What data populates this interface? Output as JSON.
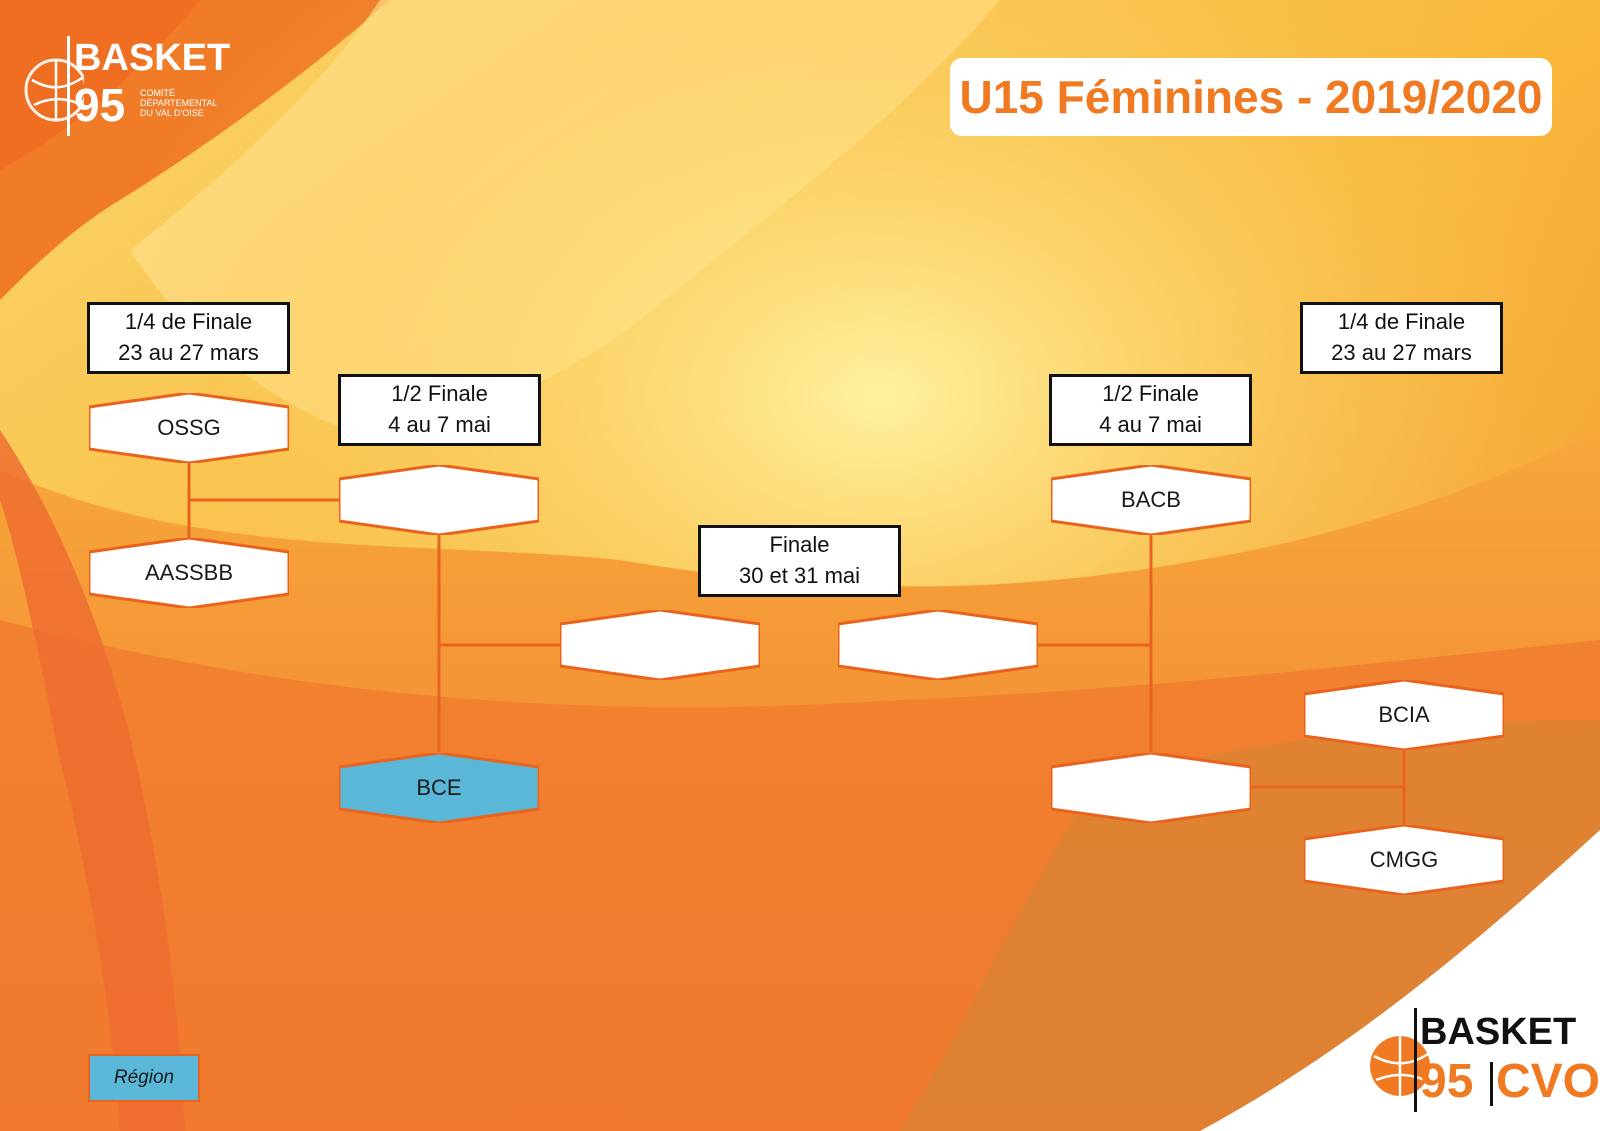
{
  "title": "U15 Féminines - 2019/2020",
  "logo_top": {
    "line1": "BASKET",
    "line2": "95",
    "small1": "COMITÉ",
    "small2": "DÉPARTEMENTAL",
    "small3": "DU VAL D'OISE"
  },
  "logo_bottom": {
    "line1": "BASKET",
    "line2": "95",
    "line3": "CVO"
  },
  "rounds": {
    "left_quarter": {
      "line1": "1/4 de Finale",
      "line2": "23 au 27 mars"
    },
    "left_semi": {
      "line1": "1/2 Finale",
      "line2": "4 au 7 mai"
    },
    "final": {
      "line1": "Finale",
      "line2": "30 et 31 mai"
    },
    "right_semi": {
      "line1": "1/2 Finale",
      "line2": "4 au 7 mai"
    },
    "right_quarter": {
      "line1": "1/4 de Finale",
      "line2": "23 au 27 mars"
    }
  },
  "teams": {
    "lq1": "OSSG",
    "lq2": "AASSBB",
    "ls1": "",
    "ls2": "BCE",
    "lf": "",
    "rf": "",
    "rs1": "BACB",
    "rs2": "",
    "rq1": "BCIA",
    "rq2": "CMGG"
  },
  "legend": {
    "label": "Région",
    "color": "#5ab7d8"
  },
  "colors": {
    "accent": "#ef7a22",
    "line": "#e8641e",
    "region": "#5ab7d8"
  }
}
